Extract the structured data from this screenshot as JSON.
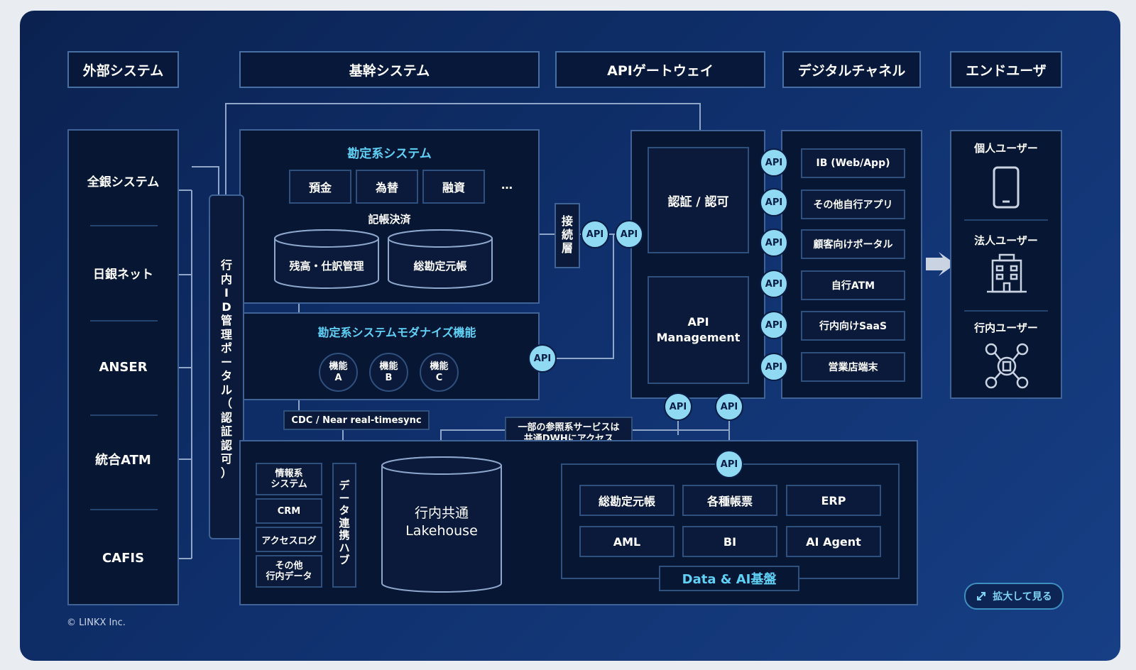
{
  "headers": {
    "external": "外部システム",
    "core": "基幹システム",
    "gateway": "APIゲートウェイ",
    "digital": "デジタルチャネル",
    "enduser": "エンドユーザ"
  },
  "external_systems": [
    "全銀システム",
    "日銀ネット",
    "ANSER",
    "統合ATM",
    "CAFIS"
  ],
  "id_portal": "行内ID管理ポータル（認証認可）",
  "kanjokei": {
    "title": "勘定系システム",
    "modules": [
      "預金",
      "為替",
      "融資",
      "…"
    ],
    "settlement_label": "記帳決済",
    "ledgers": [
      "残高・仕訳管理",
      "総勘定元帳"
    ]
  },
  "connection_layer": "接続層",
  "modernize": {
    "title": "勘定系システムモダナイズ機能",
    "features": [
      "機能\nA",
      "機能\nB",
      "機能\nC"
    ]
  },
  "cdc_label": "CDC / Near real-timesync",
  "dwh_note": "一部の参照系サービスは\n共通DWHにアクセス",
  "gateway": {
    "auth": "認証 / 認可",
    "management": "API\nManagement"
  },
  "api_label": "API",
  "channels": [
    "IB (Web/App)",
    "その他自行アプリ",
    "顧客向けポータル",
    "自行ATM",
    "行内向けSaaS",
    "営業店端末"
  ],
  "users": [
    "個人ユーザー",
    "法人ユーザー",
    "行内ユーザー"
  ],
  "data_sources": [
    "情報系\nシステム",
    "CRM",
    "アクセスログ",
    "その他\n行内データ"
  ],
  "data_hub": "データ連携ハブ",
  "lakehouse": "行内共通\nLakehouse",
  "data_ai": {
    "title": "Data & AI基盤",
    "items": [
      "総勘定元帳",
      "各種帳票",
      "ERP",
      "AML",
      "BI",
      "AI Agent"
    ]
  },
  "copyright": "© LINKX Inc.",
  "zoom_label": "拡大して見る",
  "colors": {
    "accent": "#5fd1f5",
    "api_badge": "#8fd9f2",
    "panel": "#071633"
  }
}
